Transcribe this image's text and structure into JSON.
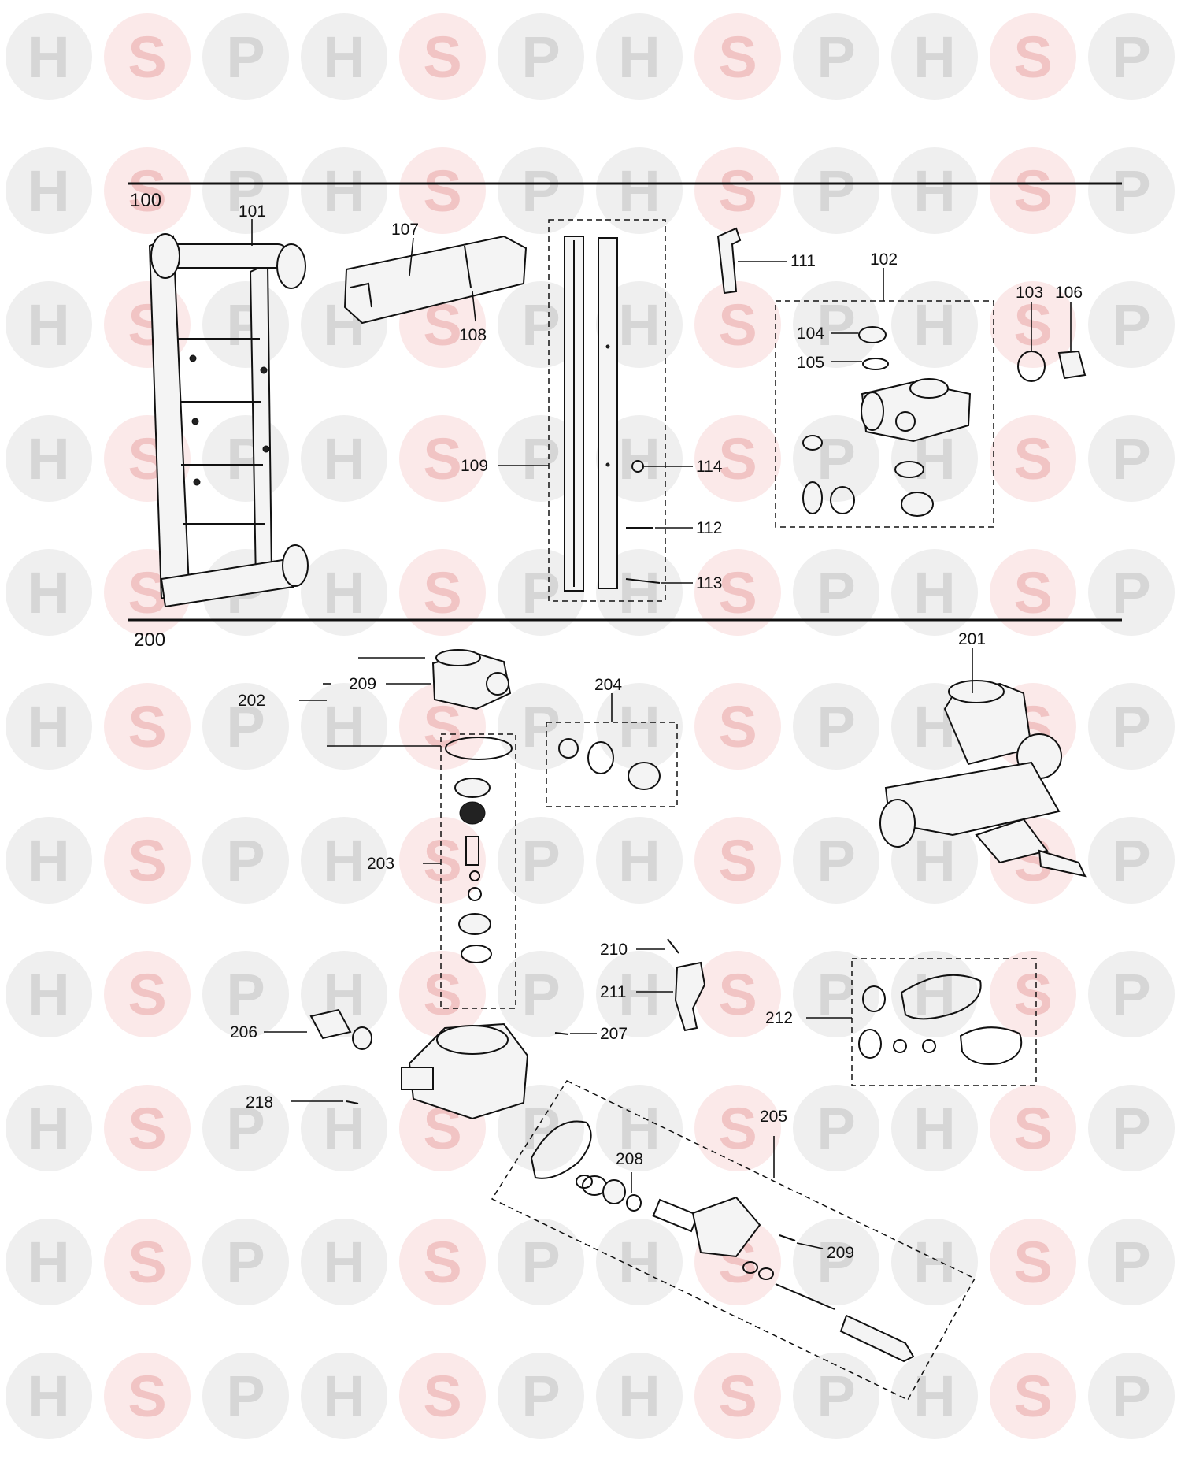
{
  "watermark": {
    "letters": [
      "H",
      "S",
      "P"
    ],
    "colors": {
      "H": "#d6d6d6",
      "S": "#f1c4c4",
      "P": "#d6d6d6"
    }
  },
  "sections": {
    "s100": "100",
    "s200": "200"
  },
  "callouts": {
    "c101": "101",
    "c107": "107",
    "c108": "108",
    "c111": "111",
    "c102": "102",
    "c103": "103",
    "c106": "106",
    "c104": "104",
    "c105": "105",
    "c109": "109",
    "c114": "114",
    "c112": "112",
    "c113": "113",
    "c201": "201",
    "c209a": "209",
    "c202": "202",
    "c204": "204",
    "c203": "203",
    "c210": "210",
    "c211": "211",
    "c212": "212",
    "c206": "206",
    "c207": "207",
    "c218": "218",
    "c205": "205",
    "c208": "208",
    "c209b": "209"
  }
}
